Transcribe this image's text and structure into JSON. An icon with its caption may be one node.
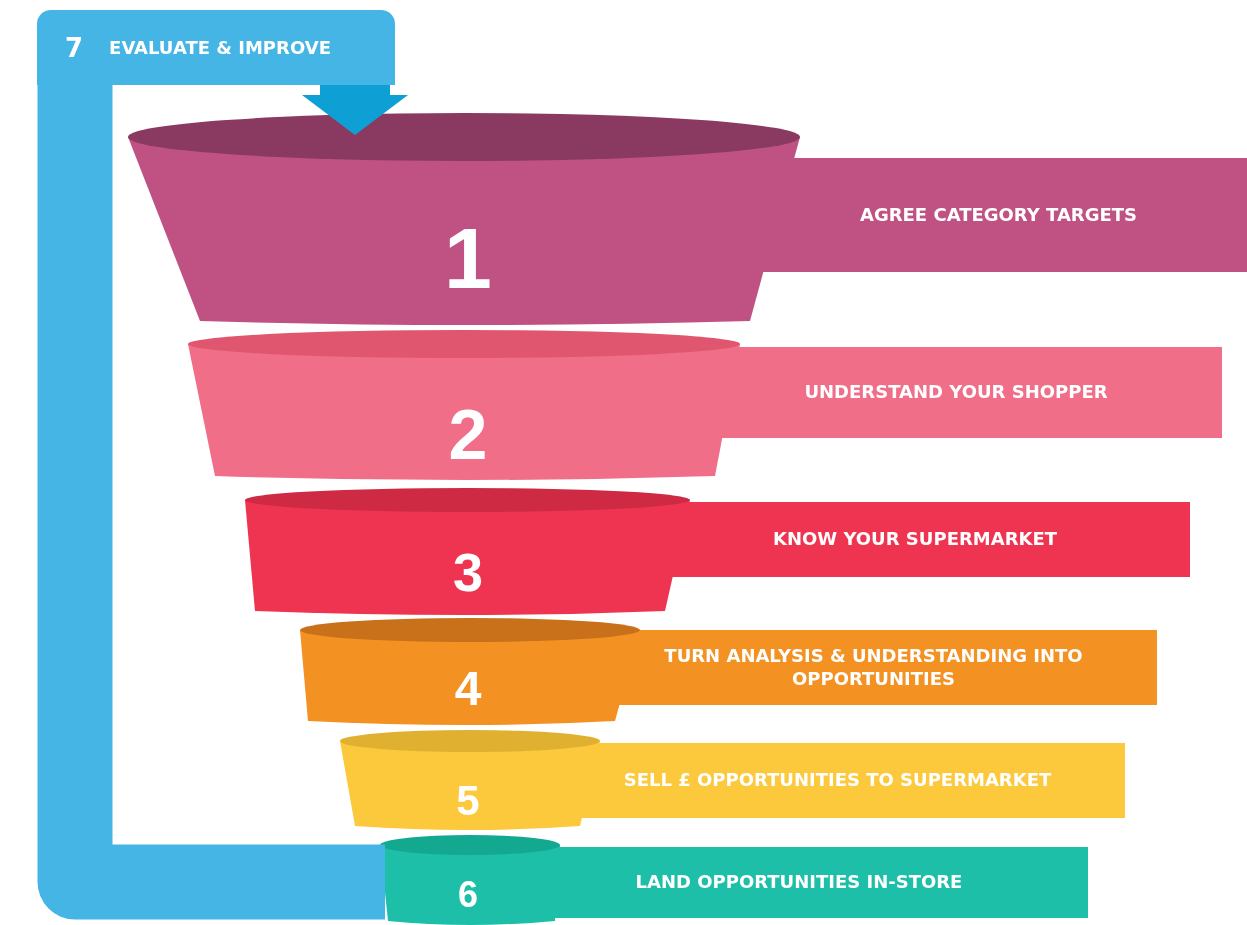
{
  "diagram": {
    "nodes": [
      {
        "text": [
          "1",
          "AGREE CATEGORY TARGETS"
        ]
      },
      {
        "text": [
          "2",
          "UNDERSTAND YOUR SHOPPER"
        ]
      },
      {
        "text": [
          "3",
          "KNOW YOUR SUPERMARKET"
        ]
      },
      {
        "text": [
          "4",
          "TURN ANALYSIS & UNDERSTANDING INTO OPPORTUNITIES"
        ]
      },
      {
        "text": [
          "5",
          "SELL £ OPPORTUNITIES TO SUPERMARKET"
        ]
      },
      {
        "text": [
          "6",
          "LAND OPPORTUNITIES IN-STORE"
        ]
      },
      {
        "text": [
          "7",
          "EVALUATE & IMPROVE"
        ]
      }
    ],
    "edges": [
      {
        "from": 5,
        "to": 6,
        "arrow": "none"
      },
      {
        "from": 6,
        "to": 0,
        "arrow": "to",
        "color": "#0ea0d5"
      }
    ]
  }
}
